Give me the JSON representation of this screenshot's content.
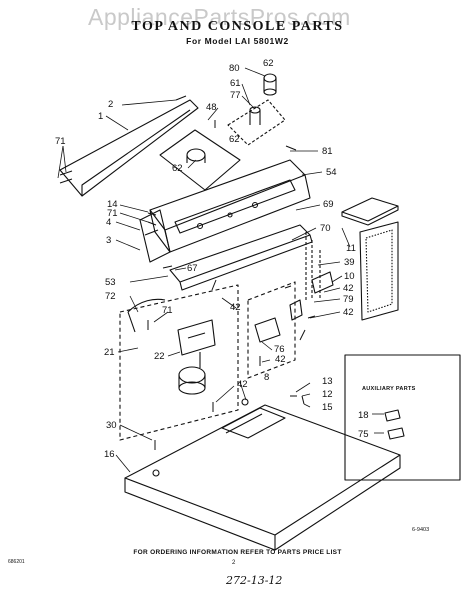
{
  "watermark": "AppliancePartsPros.com",
  "title": "TOP AND CONSOLE PARTS",
  "model": "For Model LAI 5801W2",
  "auxiliary_parts_title": "AUXILIARY PARTS",
  "figure_code": "6-9403",
  "ordering_note": "FOR ORDERING INFORMATION REFER TO PARTS PRICE LIST",
  "doc_number": "686201",
  "page_number": "2",
  "handwritten_note": "272-13-12",
  "callouts": [
    "80",
    "62",
    "61",
    "77",
    "48",
    "62",
    "2",
    "1",
    "71",
    "62",
    "81",
    "54",
    "14",
    "71",
    "4",
    "69",
    "3",
    "70",
    "11",
    "39",
    "67",
    "10",
    "53",
    "42",
    "72",
    "79",
    "42",
    "71",
    "42",
    "42",
    "76",
    "21",
    "22",
    "42",
    "8",
    "13",
    "12",
    "15",
    "18",
    "75",
    "30",
    "16"
  ]
}
